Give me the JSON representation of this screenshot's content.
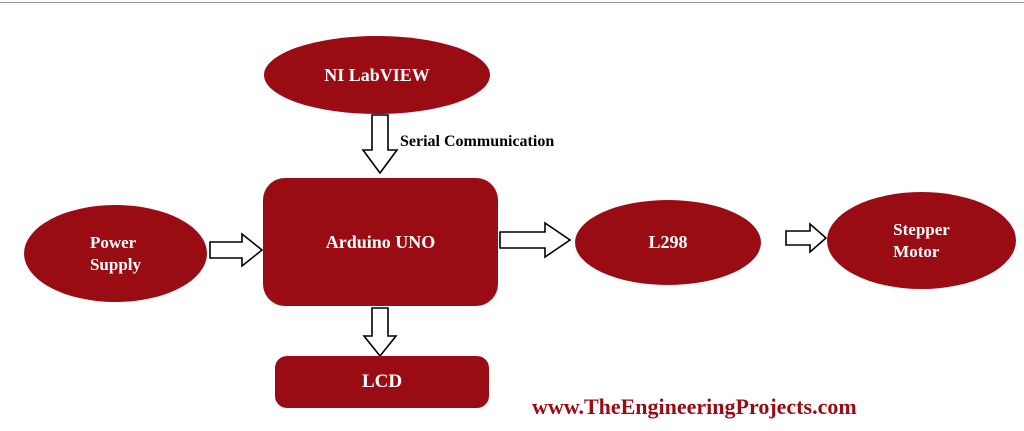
{
  "diagram": {
    "title": "NI LabVIEW Arduino stepper motor control block diagram",
    "nodes": {
      "ni_labview": {
        "label": "NI LabVIEW",
        "shape": "ellipse"
      },
      "power_supply": {
        "label": "Power\nSupply",
        "shape": "ellipse"
      },
      "arduino": {
        "label": "Arduino UNO",
        "shape": "rounded-rect"
      },
      "l298": {
        "label": "L298",
        "shape": "ellipse"
      },
      "stepper_motor": {
        "label": "Stepper\nMotor",
        "shape": "ellipse"
      },
      "lcd": {
        "label": "LCD",
        "shape": "rounded-rect"
      }
    },
    "edges": [
      {
        "from": "ni_labview",
        "to": "arduino",
        "label": "Serial Communication",
        "direction": "down"
      },
      {
        "from": "power_supply",
        "to": "arduino",
        "label": "",
        "direction": "right"
      },
      {
        "from": "arduino",
        "to": "l298",
        "label": "",
        "direction": "right"
      },
      {
        "from": "l298",
        "to": "stepper_motor",
        "label": "",
        "direction": "right"
      },
      {
        "from": "arduino",
        "to": "lcd",
        "label": "",
        "direction": "down"
      }
    ],
    "labels": {
      "serial_communication": "Serial Communication",
      "website": "www.TheEngineeringProjects.com"
    },
    "colors": {
      "node_fill": "#990c13",
      "node_text": "#ffffff",
      "arrow_fill": "#ffffff",
      "arrow_stroke": "#000000",
      "website_text": "#990c13",
      "background": "#ffffff"
    }
  }
}
